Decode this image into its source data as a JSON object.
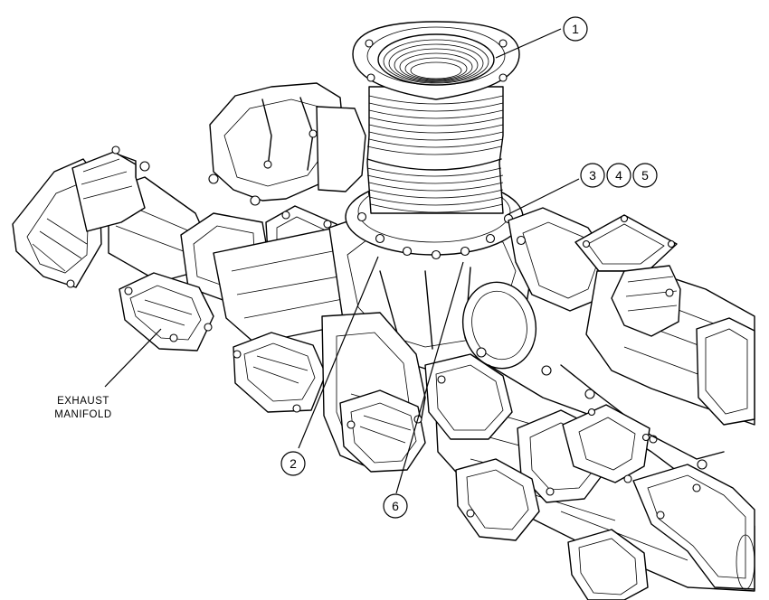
{
  "callouts": [
    {
      "id": "1",
      "label": "1"
    },
    {
      "id": "2",
      "label": "2"
    },
    {
      "id": "3",
      "label": "3"
    },
    {
      "id": "4",
      "label": "4"
    },
    {
      "id": "5",
      "label": "5"
    },
    {
      "id": "6",
      "label": "6"
    }
  ],
  "labels": {
    "exhaust_line1": "EXHAUST",
    "exhaust_line2": "MANIFOLD"
  }
}
